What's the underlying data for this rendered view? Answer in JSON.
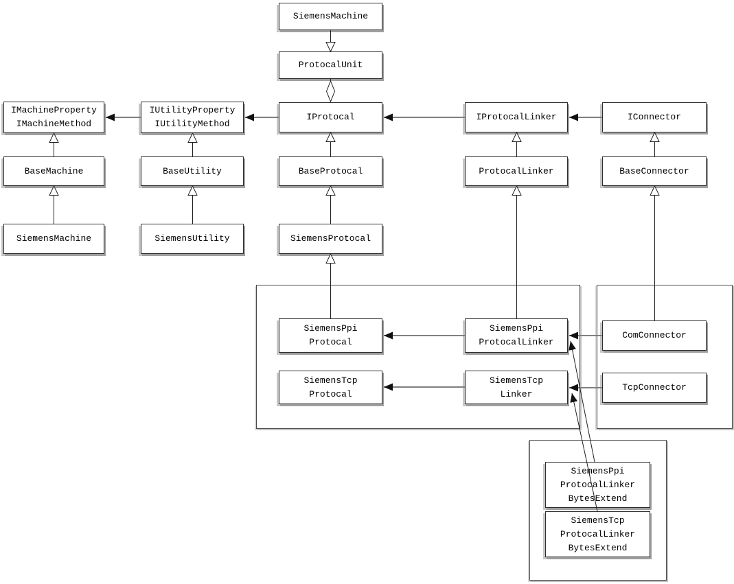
{
  "diagram": {
    "type": "uml-class-diagram",
    "nodes": {
      "siemensMachineTop": {
        "lines": [
          "SiemensMachine"
        ]
      },
      "protocalUnit": {
        "lines": [
          "ProtocalUnit"
        ]
      },
      "iMachine": {
        "lines": [
          "IMachineProperty",
          "IMachineMethod"
        ]
      },
      "iUtility": {
        "lines": [
          "IUtilityProperty",
          "IUtilityMethod"
        ]
      },
      "iProtocal": {
        "lines": [
          "IProtocal"
        ]
      },
      "iProtocalLinker": {
        "lines": [
          "IProtocalLinker"
        ]
      },
      "iConnector": {
        "lines": [
          "IConnector"
        ]
      },
      "baseMachine": {
        "lines": [
          "BaseMachine"
        ]
      },
      "baseUtility": {
        "lines": [
          "BaseUtility"
        ]
      },
      "baseProtocal": {
        "lines": [
          "BaseProtocal"
        ]
      },
      "protocalLinker": {
        "lines": [
          "ProtocalLinker"
        ]
      },
      "baseConnector": {
        "lines": [
          "BaseConnector"
        ]
      },
      "siemensMachine": {
        "lines": [
          "SiemensMachine"
        ]
      },
      "siemensUtility": {
        "lines": [
          "SiemensUtility"
        ]
      },
      "siemensProtocal": {
        "lines": [
          "SiemensProtocal"
        ]
      },
      "siemensPpiProtocal": {
        "lines": [
          "SiemensPpi",
          "Protocal"
        ]
      },
      "siemensTcpProtocal": {
        "lines": [
          "SiemensTcp",
          "Protocal"
        ]
      },
      "siemensPpiProtocalLinker": {
        "lines": [
          "SiemensPpi",
          "ProtocalLinker"
        ]
      },
      "siemensTcpLinker": {
        "lines": [
          "SiemensTcp",
          "Linker"
        ]
      },
      "comConnector": {
        "lines": [
          "ComConnector"
        ]
      },
      "tcpConnector": {
        "lines": [
          "TcpConnector"
        ]
      },
      "siemensPpiProtocalLinkerBytesExtend": {
        "lines": [
          "SiemensPpi",
          "ProtocalLinker",
          "BytesExtend"
        ]
      },
      "siemensTcpProtocalLinkerBytesExtend": {
        "lines": [
          "SiemensTcp",
          "ProtocalLinker",
          "BytesExtend"
        ]
      }
    },
    "relations": [
      {
        "from": "SiemensMachine",
        "to": "ProtocalUnit",
        "type": "hollow-arrow-down"
      },
      {
        "from": "ProtocalUnit",
        "to": "IProtocal",
        "type": "aggregation-diamond"
      },
      {
        "from": "IProtocal",
        "to": "IUtilityProperty/IUtilityMethod",
        "type": "association"
      },
      {
        "from": "IUtilityProperty/IUtilityMethod",
        "to": "IMachineProperty/IMachineMethod",
        "type": "association"
      },
      {
        "from": "IProtocalLinker",
        "to": "IProtocal",
        "type": "association"
      },
      {
        "from": "IConnector",
        "to": "IProtocalLinker",
        "type": "association"
      },
      {
        "from": "BaseMachine",
        "to": "IMachineProperty/IMachineMethod",
        "type": "inheritance"
      },
      {
        "from": "SiemensMachine",
        "to": "BaseMachine",
        "type": "inheritance"
      },
      {
        "from": "BaseUtility",
        "to": "IUtilityProperty/IUtilityMethod",
        "type": "inheritance"
      },
      {
        "from": "SiemensUtility",
        "to": "BaseUtility",
        "type": "inheritance"
      },
      {
        "from": "BaseProtocal",
        "to": "IProtocal",
        "type": "inheritance"
      },
      {
        "from": "SiemensProtocal",
        "to": "BaseProtocal",
        "type": "inheritance"
      },
      {
        "from": "SiemensPpiProtocal",
        "to": "SiemensProtocal",
        "type": "inheritance"
      },
      {
        "from": "ProtocalLinker",
        "to": "IProtocalLinker",
        "type": "inheritance"
      },
      {
        "from": "SiemensPpiProtocalLinker",
        "to": "ProtocalLinker",
        "type": "inheritance"
      },
      {
        "from": "BaseConnector",
        "to": "IConnector",
        "type": "inheritance"
      },
      {
        "from": "ComConnector",
        "to": "BaseConnector",
        "type": "inheritance"
      },
      {
        "from": "SiemensPpiProtocalLinker",
        "to": "SiemensPpiProtocal",
        "type": "association"
      },
      {
        "from": "SiemensTcpLinker",
        "to": "SiemensTcpProtocal",
        "type": "association"
      },
      {
        "from": "ComConnector",
        "to": "SiemensPpiProtocalLinker",
        "type": "association"
      },
      {
        "from": "TcpConnector",
        "to": "SiemensTcpLinker",
        "type": "association"
      },
      {
        "from": "SiemensPpiProtocalLinkerBytesExtend",
        "to": "SiemensPpiProtocalLinker",
        "type": "association"
      },
      {
        "from": "SiemensTcpProtocalLinkerBytesExtend",
        "to": "SiemensTcpLinker",
        "type": "association"
      }
    ],
    "colors": {
      "background": "#ffffff",
      "boxFill": "#ffffff",
      "boxBorder": "#2d2d2d",
      "shadow": "#9f9f9f",
      "associationLine": "#7f7f7f",
      "inheritanceLine": "#1f1f1f",
      "arrowFill": "#111111",
      "text": "#000000"
    }
  }
}
